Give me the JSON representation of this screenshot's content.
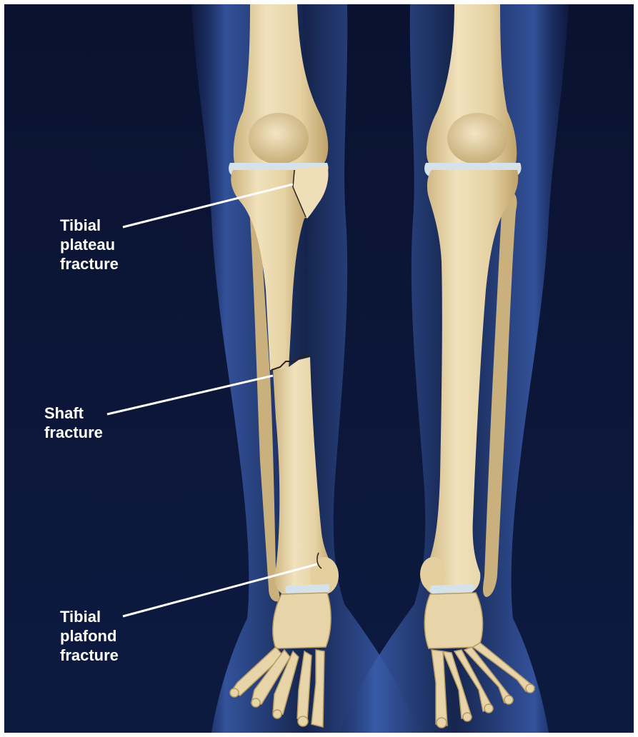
{
  "labels": {
    "tibial_plateau": [
      "Tibial",
      "plateau",
      "fracture"
    ],
    "shaft": [
      "Shaft",
      "fracture"
    ],
    "tibial_plafond": [
      "Tibial",
      "plafond",
      "fracture"
    ]
  },
  "colors": {
    "background": "#0b1535",
    "leg_glow": "#2a4a8f",
    "bone": "#e8d6ad",
    "bone_shadow": "#c9b07c",
    "cartilage": "#d9e4ec",
    "leader_line": "#ffffff",
    "label_text": "#ffffff"
  }
}
